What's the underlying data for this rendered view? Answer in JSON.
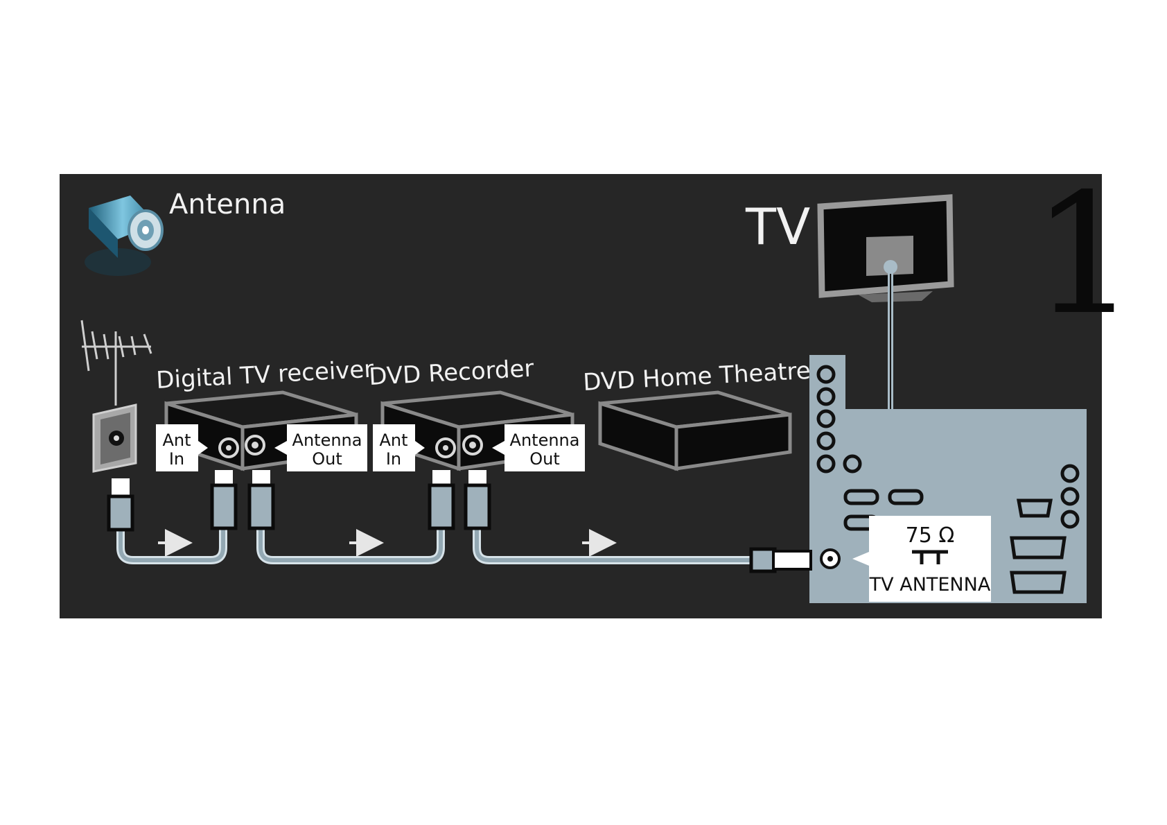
{
  "section_title": "Antenna",
  "step_number": "1",
  "tv_label": "TV",
  "devices": {
    "digital_tv_receiver": "Digital TV receiver",
    "dvd_recorder": "DVD Recorder",
    "dvd_home_theatre": "DVD Home Theatre"
  },
  "port_labels": {
    "ant_in_line1": "Ant",
    "ant_in_line2": "In",
    "antenna_out_line1": "Antenna",
    "antenna_out_line2": "Out"
  },
  "tv_input": {
    "impedance": "75 Ω",
    "name": "TV ANTENNA"
  },
  "colors": {
    "background": "#262626",
    "cable": "#a9bcc7",
    "tv_panel": "#9fb1bb",
    "label_box": "#ffffff",
    "device_body": "#0b0b0b"
  }
}
